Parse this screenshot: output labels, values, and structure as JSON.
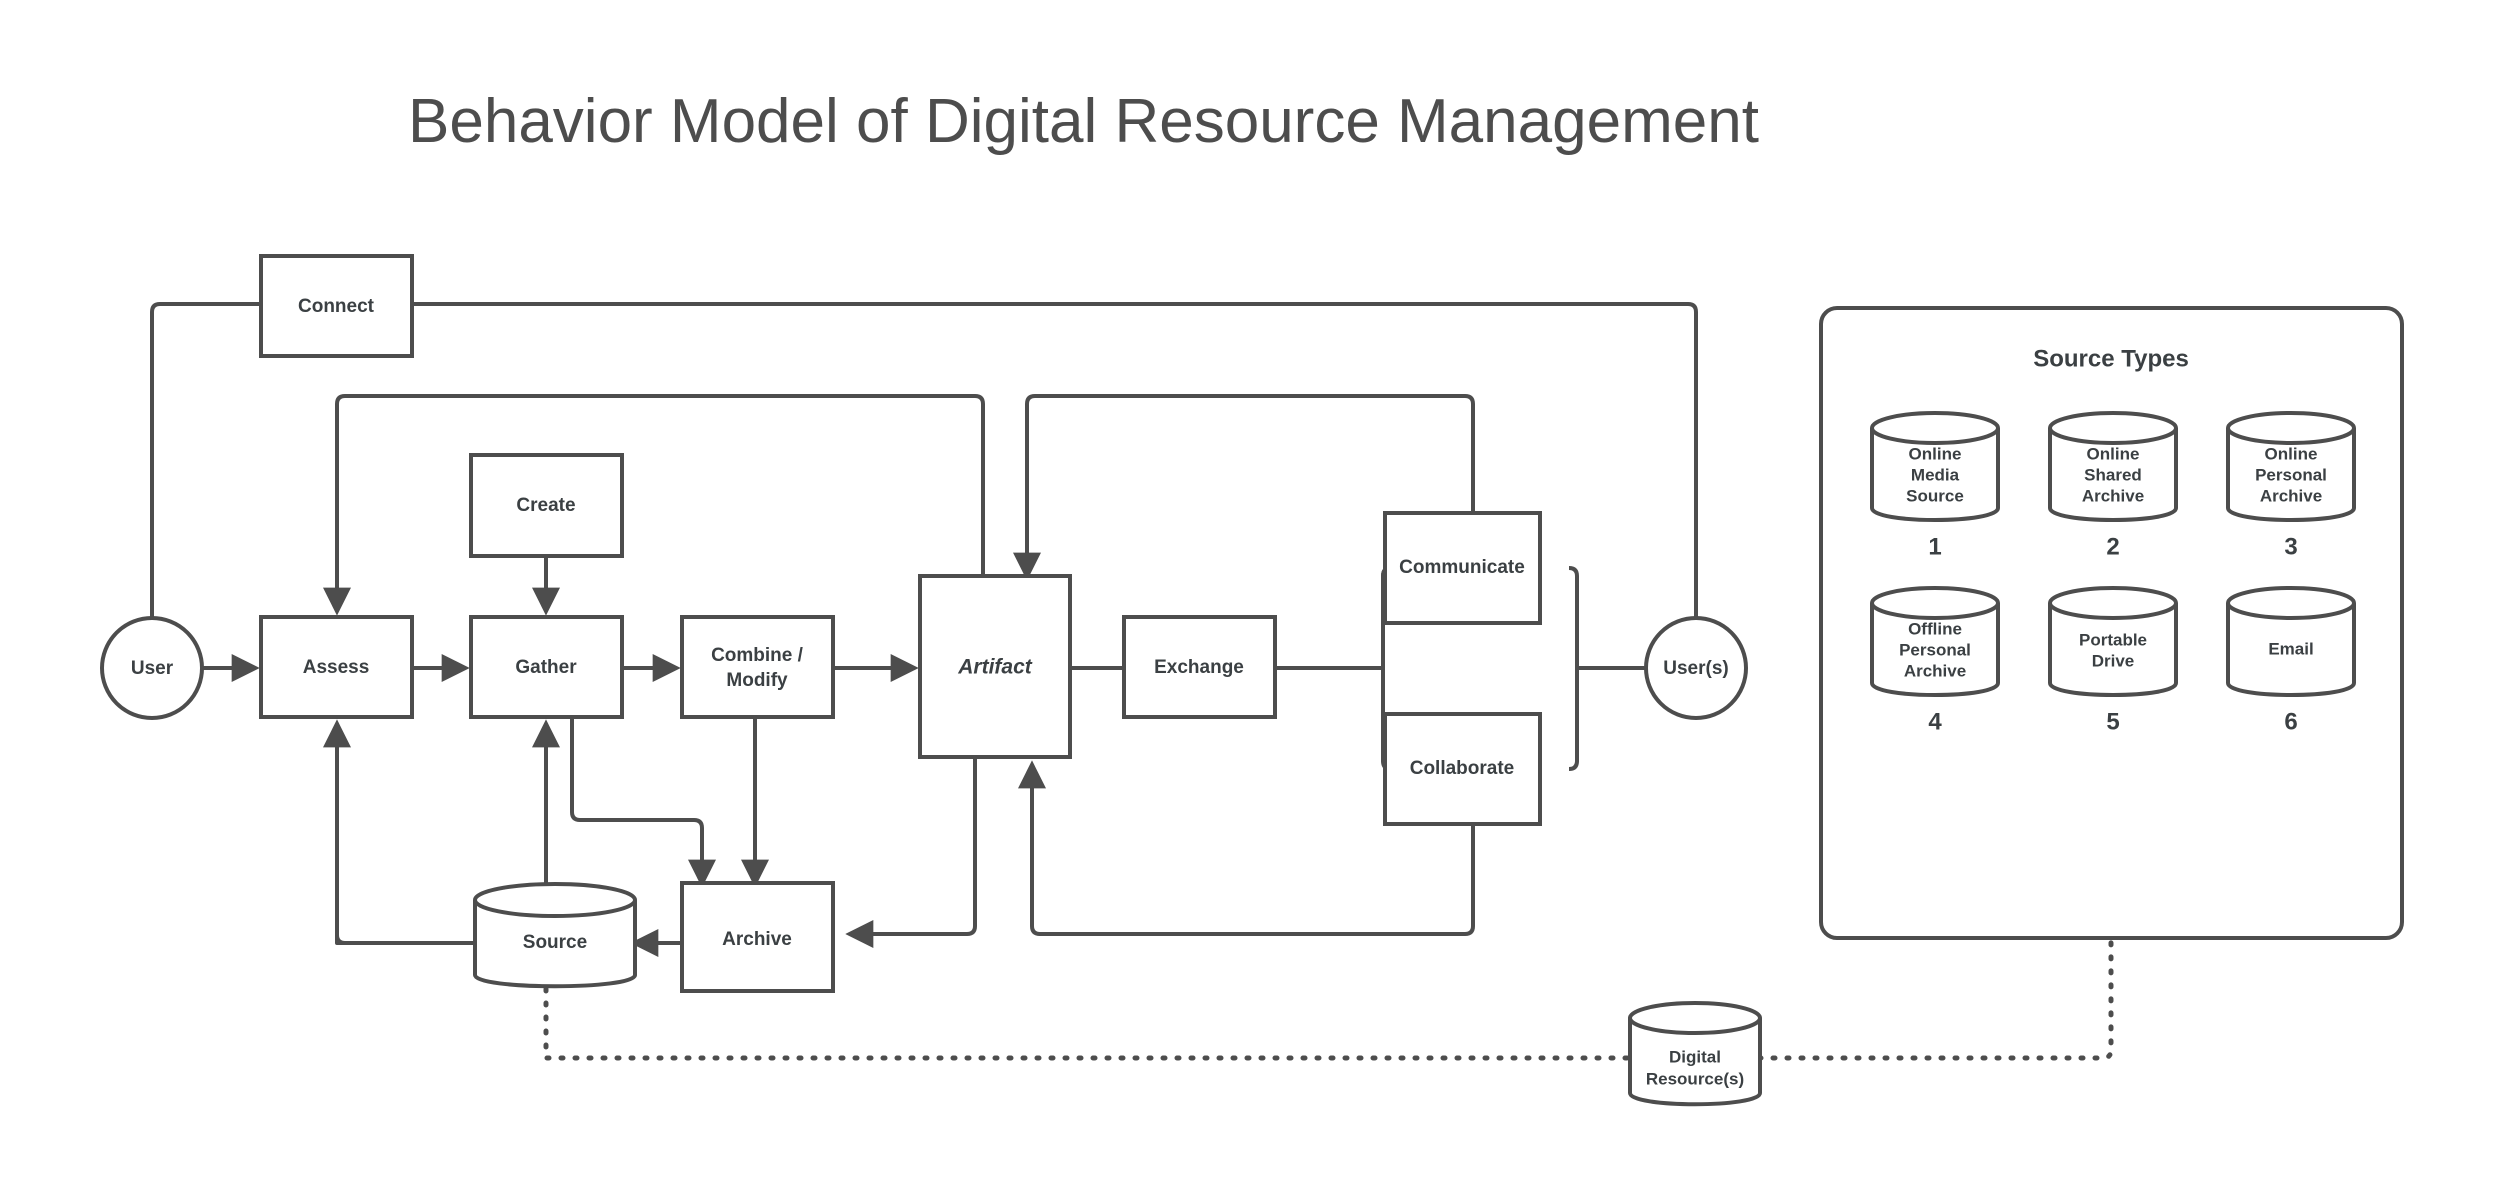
{
  "title": "Behavior Model of Digital Resource Management",
  "colors": {
    "stroke": "#4d4d4d",
    "text": "#3b4043",
    "title": "#4d4d4d",
    "background": "#ffffff"
  },
  "flow": {
    "actors": [
      {
        "id": "user",
        "label": "User",
        "shape": "circle"
      },
      {
        "id": "users",
        "label": "User(s)",
        "shape": "circle"
      }
    ],
    "processes": [
      {
        "id": "connect",
        "label": "Connect",
        "shape": "rect"
      },
      {
        "id": "assess",
        "label": "Assess",
        "shape": "rect"
      },
      {
        "id": "create",
        "label": "Create",
        "shape": "rect"
      },
      {
        "id": "gather",
        "label": "Gather",
        "shape": "rect"
      },
      {
        "id": "combine-modify",
        "label": "Combine /\nModify",
        "line1": "Combine /",
        "line2": "Modify",
        "shape": "rect"
      },
      {
        "id": "artifact",
        "label": "Artifact",
        "shape": "rect",
        "style": "italic"
      },
      {
        "id": "exchange",
        "label": "Exchange",
        "shape": "rect"
      },
      {
        "id": "communicate",
        "label": "Communicate",
        "shape": "rect"
      },
      {
        "id": "collaborate",
        "label": "Collaborate",
        "shape": "rect"
      },
      {
        "id": "archive",
        "label": "Archive",
        "shape": "rect"
      }
    ],
    "stores": [
      {
        "id": "source",
        "label": "Source",
        "shape": "cylinder"
      },
      {
        "id": "digital-resources",
        "label": "Digital Resource(s)",
        "line1": "Digital",
        "line2": "Resource(s)",
        "shape": "cylinder"
      }
    ]
  },
  "source_types_panel": {
    "title": "Source Types",
    "items": [
      {
        "number": "1",
        "label": "Online Media Source",
        "line1": "Online",
        "line2": "Media",
        "line3": "Source"
      },
      {
        "number": "2",
        "label": "Online Shared Archive",
        "line1": "Online",
        "line2": "Shared",
        "line3": "Archive"
      },
      {
        "number": "3",
        "label": "Online Personal Archive",
        "line1": "Online",
        "line2": "Personal",
        "line3": "Archive"
      },
      {
        "number": "4",
        "label": "Offline Personal Archive",
        "line1": "Offline",
        "line2": "Personal",
        "line3": "Archive"
      },
      {
        "number": "5",
        "label": "Portable Drive",
        "line1": "Portable",
        "line2": "Drive",
        "line3": ""
      },
      {
        "number": "6",
        "label": "Email",
        "line1": "Email",
        "line2": "",
        "line3": ""
      }
    ]
  }
}
